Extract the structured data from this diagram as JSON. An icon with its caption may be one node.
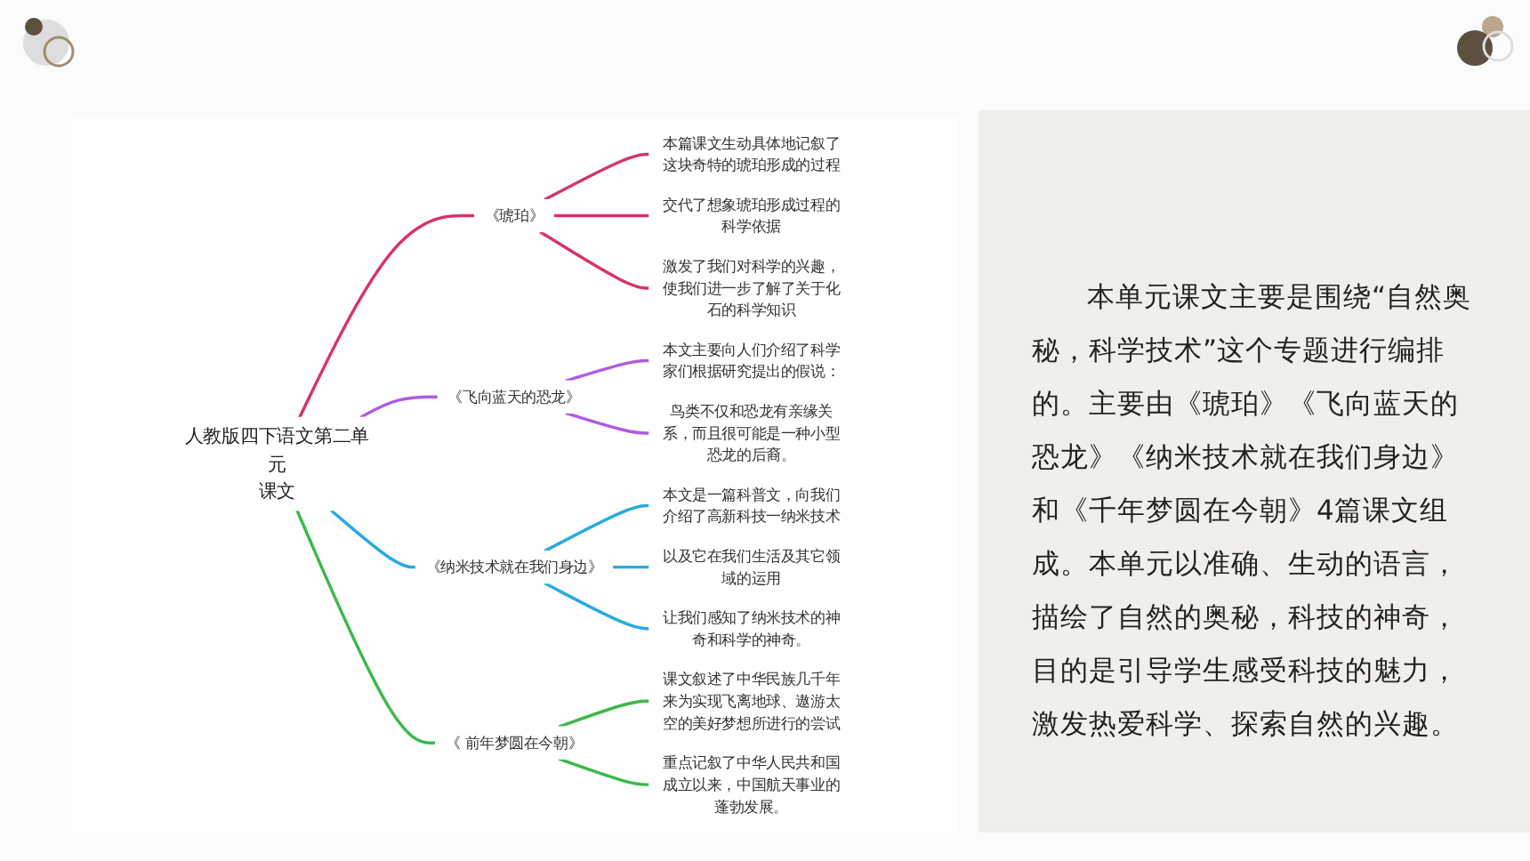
{
  "diagram": {
    "nodes": [
      {
        "text": [
          "人教版四下语文第二单元",
          "课文"
        ]
      },
      {
        "text": [
          "《琥珀》"
        ]
      },
      {
        "text": [
          "本篇课文生动具体地记叙了这块奇特的琥珀形成的过程"
        ]
      },
      {
        "text": [
          "交代了想象琥珀形成过程的科学依据"
        ]
      },
      {
        "text": [
          "激发了我们对科学的兴趣，使我们进一步了解了关于化石的科学知识"
        ]
      },
      {
        "text": [
          "《飞向蓝天的恐龙》"
        ]
      },
      {
        "text": [
          "本文主要向人们介绍了科学家们根据研究提出的假说："
        ]
      },
      {
        "text": [
          "鸟类不仅和恐龙有亲缘关系，而且很可能是一种小型恐龙的后裔。"
        ]
      },
      {
        "text": [
          "《纳米技术就在我们身边》"
        ]
      },
      {
        "text": [
          "本文是一篇科普文，向我们介绍了高新科技一纳米技术"
        ]
      },
      {
        "text": [
          "以及它在我们生活及其它领域的运用"
        ]
      },
      {
        "text": [
          "让我们感知了纳米技术的神奇和科学的神奇。"
        ]
      },
      {
        "text": [
          "《 前年梦圆在今朝》"
        ]
      },
      {
        "text": [
          "课文叙述了中华民族几千年来为实现飞离地球、遨游太空的美好梦想所进行的尝试"
        ]
      },
      {
        "text": [
          "重点记叙了中华人民共和国成立以来，中国航天事业的蓬勃发展。"
        ]
      }
    ],
    "edges": [
      {
        "from": 0,
        "to": 1,
        "arrow": "none",
        "color": "#d6336c"
      },
      {
        "from": 1,
        "to": 2,
        "arrow": "none",
        "color": "#d6336c"
      },
      {
        "from": 1,
        "to": 3,
        "arrow": "none",
        "color": "#d6336c"
      },
      {
        "from": 1,
        "to": 4,
        "arrow": "none",
        "color": "#d6336c"
      },
      {
        "from": 0,
        "to": 5,
        "arrow": "none",
        "color": "#b05ce0"
      },
      {
        "from": 5,
        "to": 6,
        "arrow": "none",
        "color": "#b05ce0"
      },
      {
        "from": 5,
        "to": 7,
        "arrow": "none",
        "color": "#b05ce0"
      },
      {
        "from": 0,
        "to": 8,
        "arrow": "none",
        "color": "#29aae1"
      },
      {
        "from": 8,
        "to": 9,
        "arrow": "none",
        "color": "#29aae1"
      },
      {
        "from": 8,
        "to": 10,
        "arrow": "none",
        "color": "#29aae1"
      },
      {
        "from": 8,
        "to": 11,
        "arrow": "none",
        "color": "#29aae1"
      },
      {
        "from": 0,
        "to": 12,
        "arrow": "none",
        "color": "#3cb94a"
      },
      {
        "from": 12,
        "to": 13,
        "arrow": "none",
        "color": "#3cb94a"
      },
      {
        "from": 12,
        "to": 14,
        "arrow": "none",
        "color": "#3cb94a"
      }
    ],
    "labels": [
      "本单元课文主要是围绕“自然奥秘，科学技术”这个专题进行编排的。主要由《琥珀》《飞向蓝天的恐龙》《纳米技术就在我们身边》和《千年梦圆在今朝》4篇课文组成。本单元以准确、生动的语言，描绘了自然的奥秘，科技的神奇，目的是引导学生感受科技的魅力，激发热爱科学、探索自然的兴趣。"
    ]
  }
}
